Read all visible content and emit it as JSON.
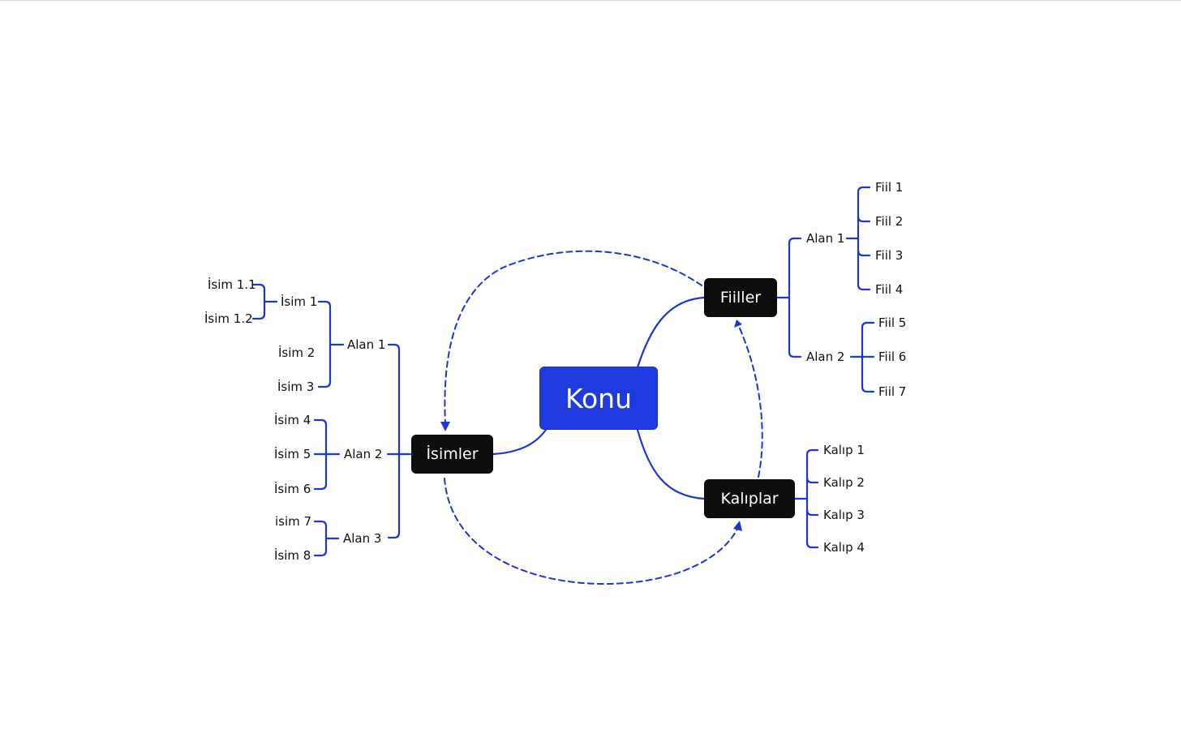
{
  "central_topic": "Konu",
  "main_topics": {
    "isimler": "İsimler",
    "fiiller": "Fiiller",
    "kaliplar": "Kalıplar"
  },
  "isimler": {
    "alan1": {
      "label": "Alan 1",
      "isim1": {
        "label": "İsim 1",
        "children": [
          "İsim 1.1",
          "İsim 1.2"
        ]
      },
      "isim2": "İsim 2",
      "isim3": "İsim 3"
    },
    "alan2": {
      "label": "Alan 2",
      "children": [
        "İsim 4",
        "İsim 5",
        "İsim 6"
      ]
    },
    "alan3": {
      "label": "Alan 3",
      "children": [
        "isim 7",
        "İsim 8"
      ]
    }
  },
  "fiiller": {
    "alan1": {
      "label": "Alan 1",
      "children": [
        "Fiil 1",
        "Fiil 2",
        "Fiil 3",
        "Fiil 4"
      ]
    },
    "alan2": {
      "label": "Alan 2",
      "children": [
        "Fiil 5",
        "Fiil 6",
        "Fiil 7"
      ]
    }
  },
  "kaliplar": {
    "children": [
      "Kalıp 1",
      "Kalıp 2",
      "Kalıp 3",
      "Kalıp 4"
    ]
  },
  "colors": {
    "accent": "#1f3be0",
    "node_dark": "#0d0d0d",
    "connector": "#1f35d0"
  }
}
